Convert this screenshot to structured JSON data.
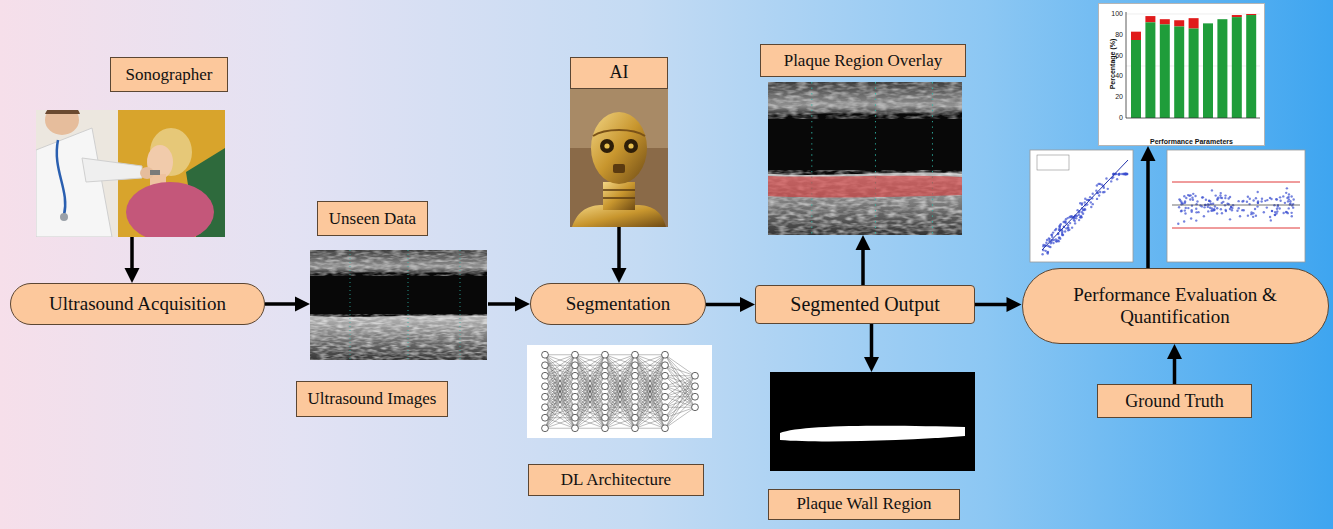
{
  "diagram": {
    "nodes": [
      {
        "text": [
          "Sonographer"
        ]
      },
      {
        "text": [
          "Ultrasound Acquisition"
        ]
      },
      {
        "text": [
          "Unseen Data",
          "Ultrasound Images"
        ]
      },
      {
        "text": [
          "AI"
        ]
      },
      {
        "text": [
          "Segmentation"
        ]
      },
      {
        "text": [
          "DL Architecture"
        ]
      },
      {
        "text": [
          "Plaque Region Overlay"
        ]
      },
      {
        "text": [
          "Segmented Output"
        ]
      },
      {
        "text": [
          "Plaque Wall Region"
        ]
      },
      {
        "text": [
          "Percentage (%)",
          "Performance Parameters"
        ]
      },
      {
        "text": [
          "Performance Evaluation & Quantification"
        ]
      },
      {
        "text": [
          "Ground Truth"
        ]
      }
    ],
    "edges": [
      {
        "from": 0,
        "to": 1,
        "arrow": "to"
      },
      {
        "from": 1,
        "to": 2,
        "arrow": "to"
      },
      {
        "from": 2,
        "to": 4,
        "arrow": "to"
      },
      {
        "from": 3,
        "to": 4,
        "arrow": "to"
      },
      {
        "from": 4,
        "to": 7,
        "arrow": "to"
      },
      {
        "from": 7,
        "to": 6,
        "arrow": "to"
      },
      {
        "from": 7,
        "to": 8,
        "arrow": "to"
      },
      {
        "from": 7,
        "to": 10,
        "arrow": "to"
      },
      {
        "from": 11,
        "to": 10,
        "arrow": "to"
      },
      {
        "from": 10,
        "to": 9,
        "arrow": "to"
      }
    ],
    "labels": [
      "0",
      "20",
      "40",
      "60",
      "80",
      "100"
    ]
  }
}
